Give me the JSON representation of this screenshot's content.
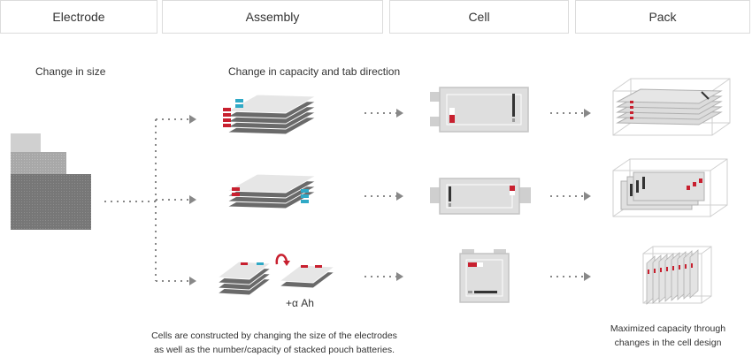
{
  "headers": [
    "Electrode",
    "Assembly",
    "Cell",
    "Pack"
  ],
  "labels": {
    "electrode": "Change in size",
    "assembly": "Change in capacity and tab direction",
    "capacity": "+α Ah"
  },
  "captions": {
    "bottom_line1": "Cells are constructed by changing the size of the electrodes",
    "bottom_line2": "as well as the number/capacity of stacked pouch batteries.",
    "pack_line1": "Maximized capacity through",
    "pack_line2": "changes in the cell design"
  },
  "colors": {
    "red_tab": "#c8202f",
    "blue_tab": "#2fa9c6",
    "sheet_fill": "#e6e6e6",
    "sheet_dark": "#6a6a6a",
    "cell_fill": "#dedede",
    "arrow": "#888888"
  }
}
